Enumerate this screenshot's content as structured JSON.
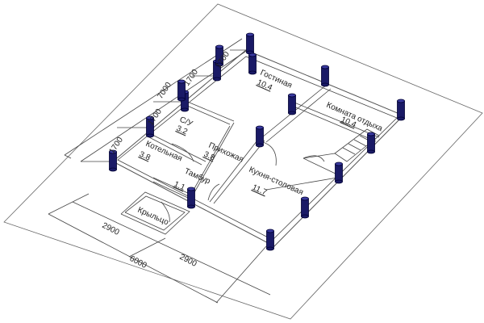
{
  "rooms": [
    {
      "id": "gostinaya",
      "name": "Гостиная",
      "area": "10.4"
    },
    {
      "id": "komnata-otdyha",
      "name": "Комната отдыха",
      "area": "10.4"
    },
    {
      "id": "su",
      "name": "С/У",
      "area": "3.2"
    },
    {
      "id": "kotelnaya",
      "name": "Котельная",
      "area": "3.8"
    },
    {
      "id": "prihozhaya",
      "name": "Прихожая",
      "area": "3.8"
    },
    {
      "id": "tambur",
      "name": "Тамбур",
      "area": "1.1"
    },
    {
      "id": "kuhnya",
      "name": "Кухня-столовая",
      "area": "11.7"
    },
    {
      "id": "kryltso",
      "name": "Крыльцо",
      "area": ""
    }
  ],
  "dimensions": {
    "left_total": "7000",
    "left_segments": [
      "1700",
      "1700",
      "1700",
      "1700"
    ],
    "bottom_total": "6000",
    "bottom_segments": [
      "2900",
      "2900"
    ]
  },
  "colors": {
    "post_fill": "#1a1a66",
    "post_stroke": "#000033",
    "line": "#444444"
  }
}
